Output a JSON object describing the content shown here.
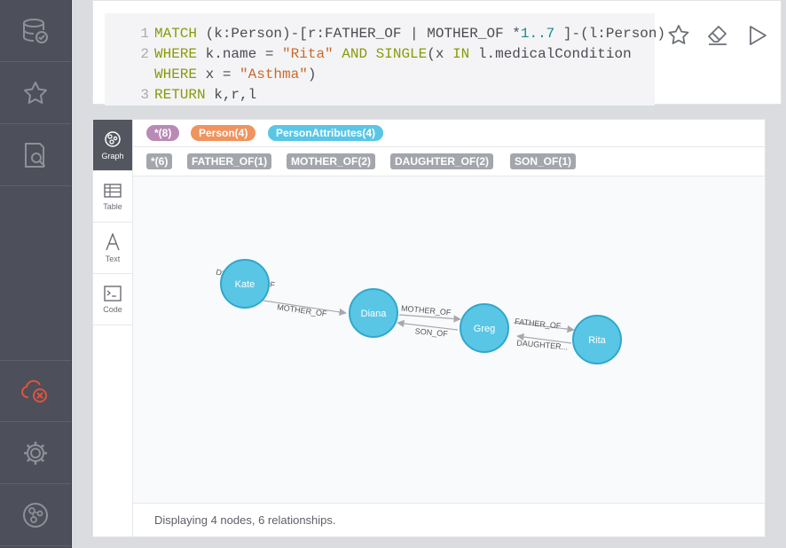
{
  "editor": {
    "lines": [
      {
        "number": "1",
        "parts": [
          {
            "t": "MATCH ",
            "c": "kw"
          },
          {
            "t": "(k:Person)-[r:FATHER_OF | MOTHER_OF *",
            "c": "txt"
          },
          {
            "t": "1..7",
            "c": "num"
          },
          {
            "t": " ]-(l:Person)",
            "c": "txt"
          }
        ]
      },
      {
        "number": "2",
        "parts": [
          {
            "t": "WHERE ",
            "c": "kw"
          },
          {
            "t": "k.name = ",
            "c": "txt"
          },
          {
            "t": "\"Rita\"",
            "c": "str"
          },
          {
            "t": " AND SINGLE",
            "c": "kw"
          },
          {
            "t": "(x ",
            "c": "txt"
          },
          {
            "t": "IN",
            "c": "kw"
          },
          {
            "t": " l.medicalCondition",
            "c": "txt"
          }
        ]
      },
      {
        "number": "",
        "parts": [
          {
            "t": "WHERE ",
            "c": "kw"
          },
          {
            "t": "x = ",
            "c": "txt"
          },
          {
            "t": "\"Asthma\"",
            "c": "str"
          },
          {
            "t": ")",
            "c": "txt"
          }
        ]
      },
      {
        "number": "3",
        "parts": [
          {
            "t": "RETURN ",
            "c": "kw"
          },
          {
            "t": "k,r,l",
            "c": "txt"
          }
        ]
      }
    ]
  },
  "result": {
    "tabs": [
      "Graph",
      "Table",
      "Text",
      "Code"
    ],
    "active_tab": "Graph",
    "node_labels": [
      {
        "text": "*(8)",
        "color": "#b98ab5"
      },
      {
        "text": "Person(4)",
        "color": "#f0935e"
      },
      {
        "text": "PersonAttributes(4)",
        "color": "#5ac6e5"
      }
    ],
    "rel_types": [
      "*(6)",
      "FATHER_OF(1)",
      "MOTHER_OF(2)",
      "DAUGHTER_OF(2)",
      "SON_OF(1)"
    ],
    "nodes": [
      {
        "id": "kate",
        "label": "Kate"
      },
      {
        "id": "diana",
        "label": "Diana"
      },
      {
        "id": "greg",
        "label": "Greg"
      },
      {
        "id": "rita",
        "label": "Rita"
      }
    ],
    "relationships": [
      {
        "label": "DAUGHTER_OF"
      },
      {
        "label": "MOTHER_OF"
      },
      {
        "label": "MOTHER_OF"
      },
      {
        "label": "SON_OF"
      },
      {
        "label": "FATHER_OF"
      },
      {
        "label": "DAUGHTER..."
      }
    ],
    "status": "Displaying 4 nodes, 6 relationships."
  },
  "colors": {
    "node_fill": "#5ac6e5",
    "node_stroke": "#2fa8cc",
    "sidebar": "#4d4f5a",
    "error_icon": "#e0533d"
  },
  "icons": {
    "sidebar": [
      "database-icon",
      "favorites-star-icon",
      "document-search-icon",
      "cloud-disconnected-icon",
      "settings-gear-icon",
      "neo4j-browser-icon"
    ],
    "editor": [
      "star-icon",
      "eraser-icon",
      "play-icon"
    ]
  }
}
